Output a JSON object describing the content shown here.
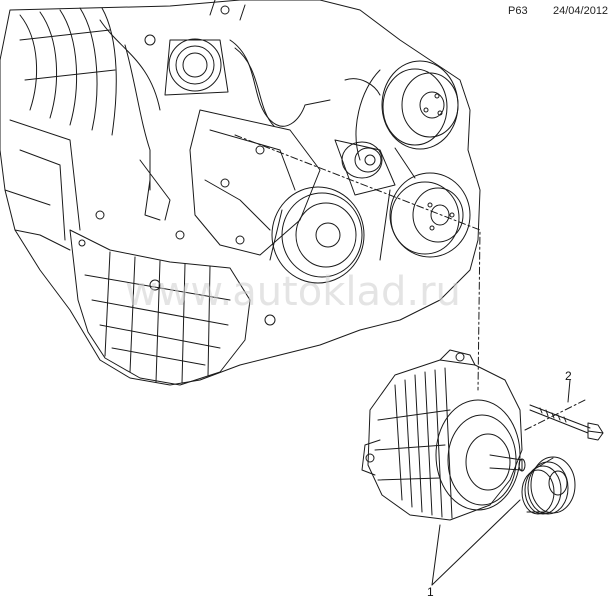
{
  "header": {
    "page_code": "P63",
    "date": "24/04/2012"
  },
  "watermark": "www.autoklad.ru",
  "callouts": [
    {
      "id": "1",
      "label": "1"
    },
    {
      "id": "2",
      "label": "2"
    }
  ],
  "colors": {
    "line": "#1a1a1a",
    "background": "#ffffff",
    "watermark": "#cfcfcf"
  }
}
